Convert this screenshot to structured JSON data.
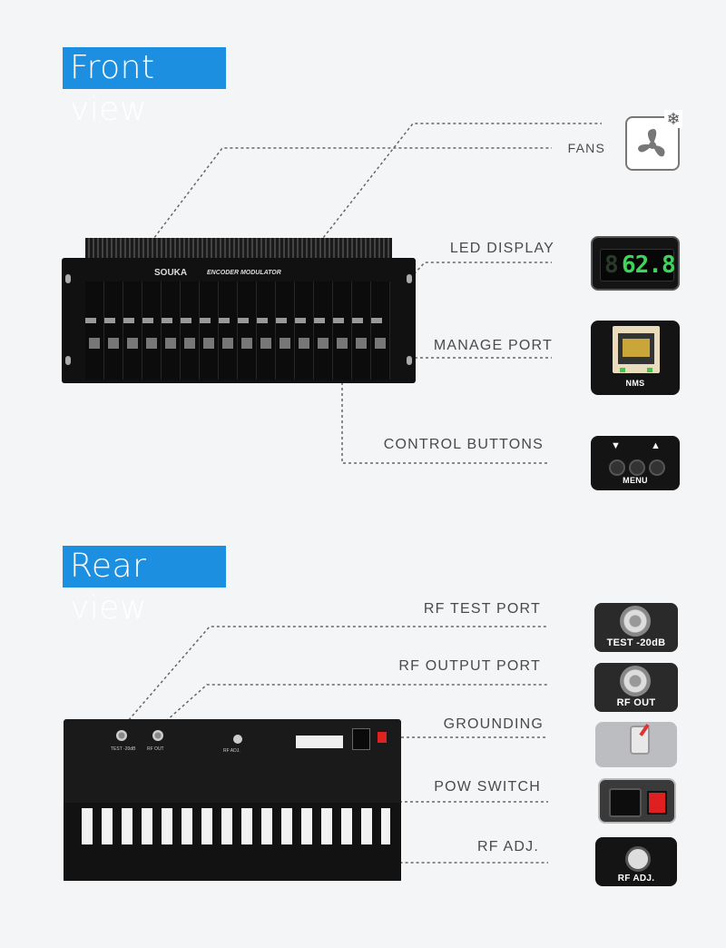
{
  "front": {
    "title": "Front view",
    "fans_label": "FANS",
    "led_label": "LED DISPLAY",
    "manage_label": "MANAGE PORT",
    "control_label": "CONTROL BUTTONS",
    "brand": "SOUKA",
    "model": "ENCODER MODULATOR",
    "led_value": "62.8",
    "nms_text": "NMS",
    "menu_text": "MENU",
    "fan_icon": "fan-icon",
    "snow_icon": "snowflake-icon"
  },
  "rear": {
    "title": "Rear view",
    "rf_test_label": "RF TEST PORT",
    "rf_output_label": "RF OUTPUT PORT",
    "grounding_label": "GROUNDING",
    "pow_switch_label": "POW SWITCH",
    "rf_adj_label": "RF ADJ.",
    "test_tile_text": "TEST -20dB",
    "rfout_tile_text": "RF OUT",
    "rfadj_tile_text": "RF ADJ.",
    "panel_test_text": "TEST -20dB",
    "panel_rfout_text": "RF OUT",
    "panel_rfadj_text": "RF ADJ."
  },
  "colors": {
    "banner": "#1d8fe0",
    "led_digits": "#3ed65a"
  }
}
